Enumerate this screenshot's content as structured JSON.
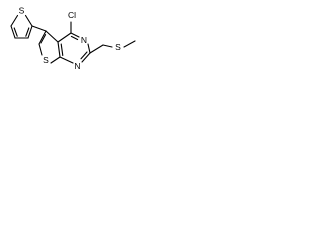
{
  "molecule": {
    "atoms": {
      "chlorine": "Cl",
      "pyrimidine_n_upper": "N",
      "pyrimidine_n_lower": "N",
      "fused_thiophene_s": "S",
      "thienyl_s": "S",
      "thioether_s": "S"
    },
    "colors": {
      "bond": "#000000",
      "label": "#000000",
      "background": "#ffffff"
    }
  }
}
